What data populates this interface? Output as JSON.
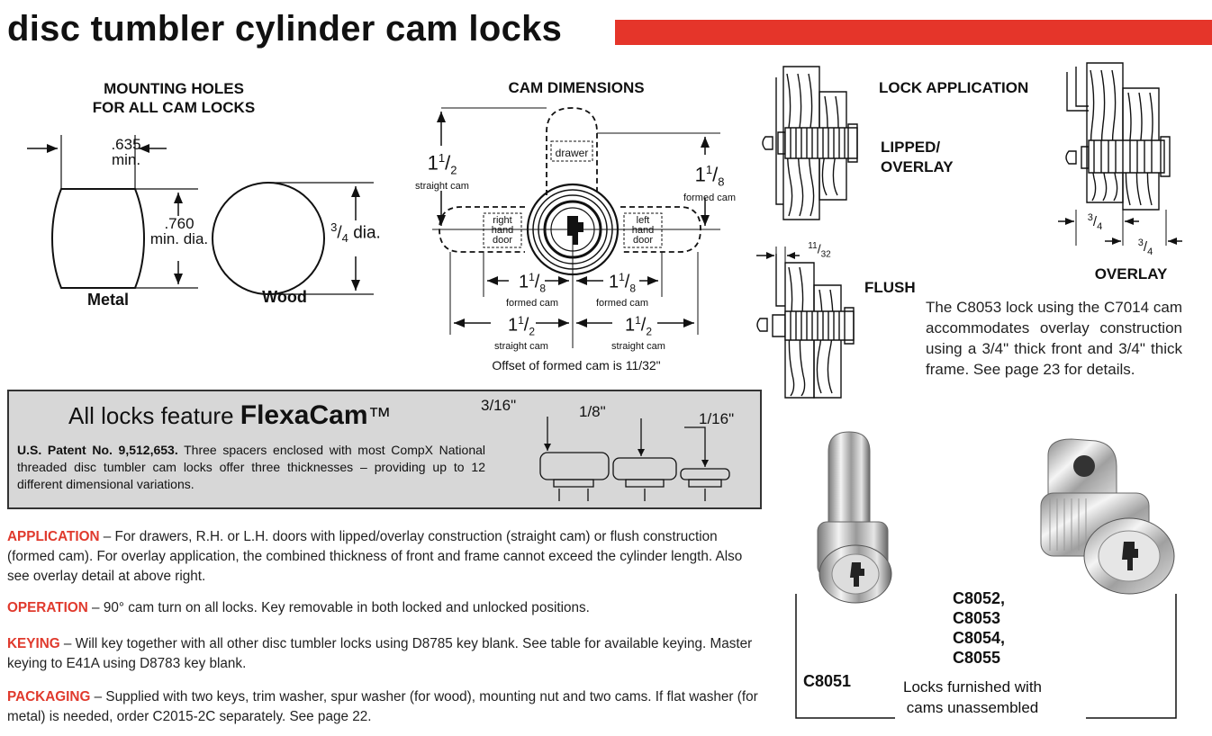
{
  "title": "disc tumbler cylinder cam locks",
  "accent_color": "#e5352a",
  "mounting": {
    "heading_line1": "MOUNTING HOLES",
    "heading_line2": "FOR ALL CAM LOCKS",
    "width_value": ".635",
    "width_unit": "min.",
    "height_value": ".760",
    "height_unit": "min. dia.",
    "wood_dia_num": "3",
    "wood_dia_den": "4",
    "wood_dia_unit": "dia.",
    "metal_label": "Metal",
    "wood_label": "Wood"
  },
  "cam_dims": {
    "heading": "CAM DIMENSIONS",
    "drawer": "drawer",
    "right_hand_door": [
      "right",
      "hand",
      "door"
    ],
    "left_hand_door": [
      "left",
      "hand",
      "door"
    ],
    "straight_whole": "1",
    "straight_num": "1",
    "straight_den": "2",
    "straight_label": "straight cam",
    "formed_whole": "1",
    "formed_num": "1",
    "formed_den": "8",
    "formed_label": "formed cam",
    "caption": "Offset of formed cam is 11/32\""
  },
  "lock_app": {
    "heading": "LOCK APPLICATION",
    "lipped_line1": "LIPPED/",
    "lipped_line2": "OVERLAY",
    "overlay": "OVERLAY",
    "flush": "FLUSH",
    "dim_num": "3",
    "dim_den": "4",
    "flush_num": "11",
    "flush_den": "32"
  },
  "flexacam": {
    "lead": "All locks feature ",
    "brand": "FlexaCam",
    "tm": "™",
    "patent": "U.S. Patent No. 9,512,653.",
    "body": " Three spacers enclosed with most CompX National threaded disc tumbler cam locks offer three thicknesses – providing up to 12 different dimensional variations.",
    "spacers": [
      "3/16\"",
      "1/8\"",
      "1/16\""
    ]
  },
  "paragraphs": [
    {
      "head": "APPLICATION",
      "text": " – For drawers, R.H. or L.H. doors with lipped/overlay construction (straight cam) or flush construction (formed cam). For overlay application, the combined thickness of front and frame cannot exceed the cylinder length. Also see overlay detail at above right."
    },
    {
      "head": "OPERATION",
      "text": " – 90° cam turn on all locks. Key removable in both locked and unlocked positions."
    },
    {
      "head": "KEYING",
      "text": " – Will key together with all other disc tumbler locks using D8785 key blank. See table for available keying. Master keying to E41A using D8783 key blank."
    },
    {
      "head": "PACKAGING",
      "text": " – Supplied with two keys, trim washer, spur washer (for wood), mounting nut and two cams. If flat washer (for metal) is needed, order C2015-2C separately. See page 22."
    }
  ],
  "overlay_note": "The C8053 lock using the C7014 cam accommodates overlay construction using a 3/4\" thick front and 3/4\" thick frame. See page 23 for details.",
  "products": {
    "c8051": "C8051",
    "group": [
      "C8052,",
      "C8053",
      "C8054,",
      "C8055"
    ],
    "note_line1": "Locks furnished with",
    "note_line2": "cams unassembled"
  }
}
